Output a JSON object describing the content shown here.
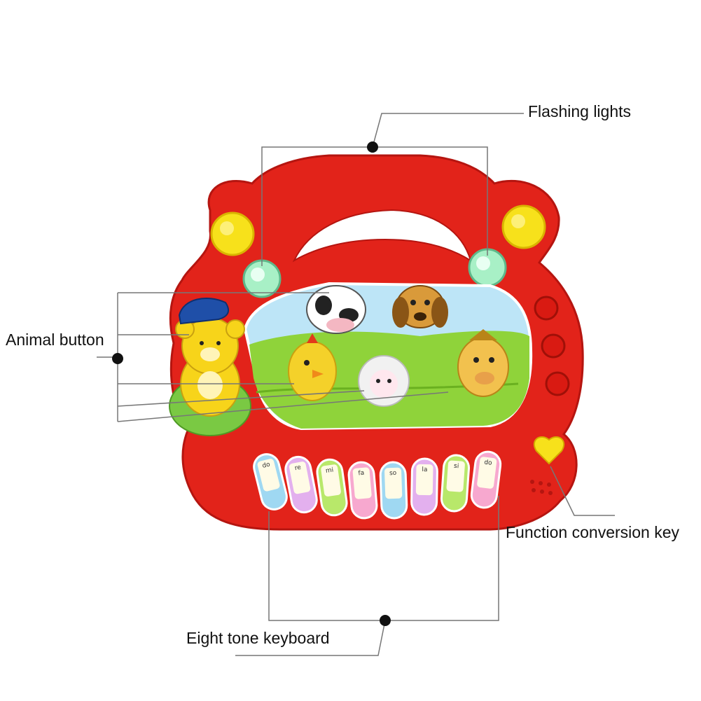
{
  "callouts": {
    "flashing_lights": "Flashing lights",
    "animal_button": "Animal button",
    "function_key": "Function conversion key",
    "keyboard": "Eight tone keyboard"
  },
  "keys": [
    {
      "note": "do",
      "color": "#9fd8f2"
    },
    {
      "note": "re",
      "color": "#e3b0ee"
    },
    {
      "note": "mi",
      "color": "#b8e86a"
    },
    {
      "note": "fa",
      "color": "#f7a8cf"
    },
    {
      "note": "so",
      "color": "#9fd8f2"
    },
    {
      "note": "la",
      "color": "#e3b0ee"
    },
    {
      "note": "si",
      "color": "#b8e86a"
    },
    {
      "note": "do",
      "color": "#f7a8cf"
    }
  ],
  "colors": {
    "body": "#e2231a",
    "body_dark": "#b51510",
    "yellow": "#f7e11b",
    "light_green": "#a8f0c6",
    "grass": "#8fd33a"
  }
}
